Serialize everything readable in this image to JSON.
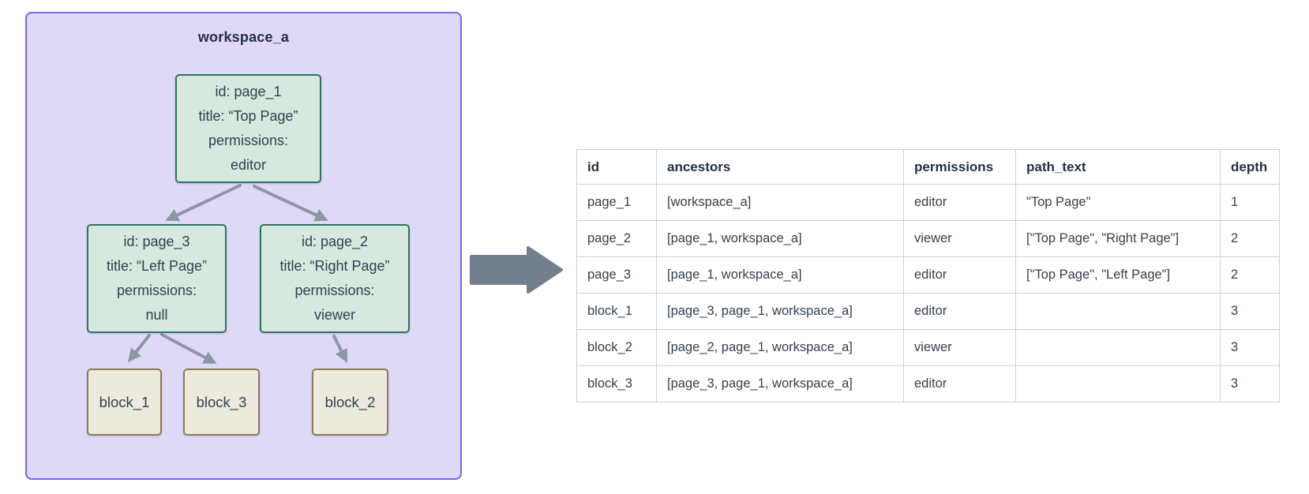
{
  "diagram": {
    "workspace_label": "workspace_a",
    "nodes": {
      "page_1": {
        "lines": [
          "id: page_1",
          "title: “Top Page”",
          "permissions:",
          "editor"
        ]
      },
      "page_3": {
        "lines": [
          "id: page_3",
          "title: “Left Page”",
          "permissions:",
          "null"
        ]
      },
      "page_2": {
        "lines": [
          "id: page_2",
          "title: “Right Page”",
          "permissions:",
          "viewer"
        ]
      },
      "block_1": {
        "label": "block_1"
      },
      "block_3": {
        "label": "block_3"
      },
      "block_2": {
        "label": "block_2"
      }
    },
    "edges": [
      "page_1->page_3",
      "page_1->page_2",
      "page_3->block_1",
      "page_3->block_3",
      "page_2->block_2"
    ],
    "colors": {
      "workspace_fill": "#ded9f7",
      "workspace_border": "#7c63f2",
      "page_fill": "#d7e8de",
      "page_border": "#2a7460",
      "block_fill": "#ece9dd",
      "block_border": "#8f7d52",
      "edge_gray": "#8b98a4",
      "flow_arrow_gray": "#72808e",
      "text_dark": "#33414e",
      "table_border": "#c9d2da"
    }
  },
  "table": {
    "columns": [
      "id",
      "ancestors",
      "permissions",
      "path_text",
      "depth"
    ],
    "rows": [
      [
        "page_1",
        "[workspace_a]",
        "editor",
        "\"Top Page\"",
        "1"
      ],
      [
        "page_2",
        "[page_1, workspace_a]",
        "viewer",
        "[\"Top Page\", \"Right Page\"]",
        "2"
      ],
      [
        "page_3",
        "[page_1, workspace_a]",
        "editor",
        "[\"Top Page\", \"Left Page\"]",
        "2"
      ],
      [
        "block_1",
        "[page_3, page_1, workspace_a]",
        "editor",
        "",
        "3"
      ],
      [
        "block_2",
        "[page_2, page_1, workspace_a]",
        "viewer",
        "",
        "3"
      ],
      [
        "block_3",
        "[page_3, page_1, workspace_a]",
        "editor",
        "",
        "3"
      ]
    ]
  }
}
